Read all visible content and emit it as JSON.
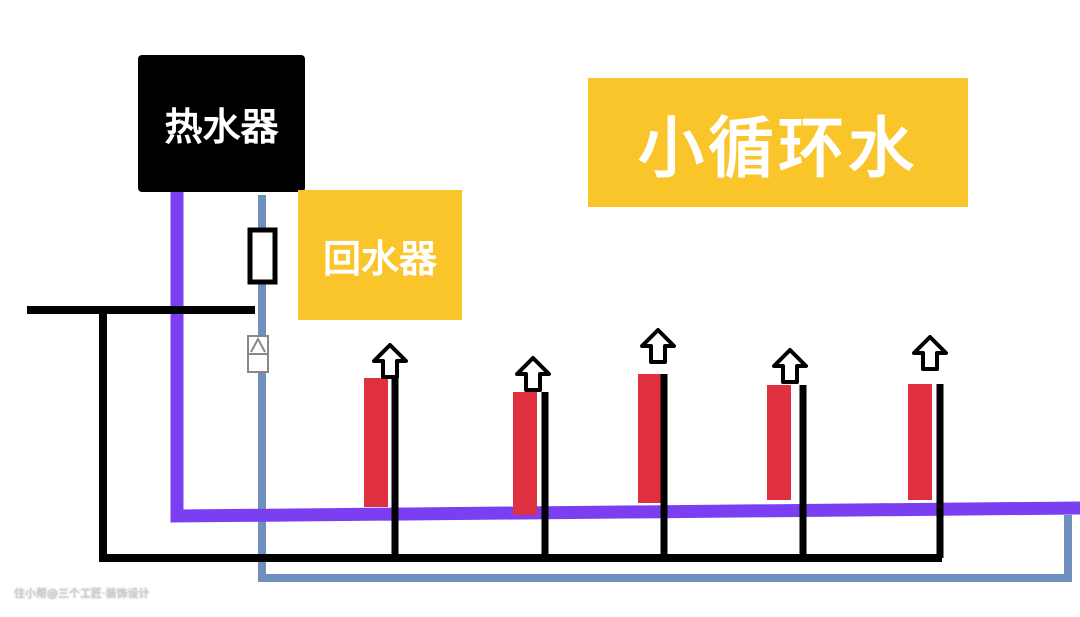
{
  "labels": {
    "heater": "热水器",
    "return_device": "回水器",
    "title": "小循环水"
  },
  "watermark": "住小帮@三个工匠·装饰设计",
  "colors": {
    "supply_pipe": "#7B3FF2",
    "return_pipe": "#6F8FBF",
    "radiator": "#E0303F",
    "label_bg": "#F9C52A"
  },
  "radiator_count": 5
}
